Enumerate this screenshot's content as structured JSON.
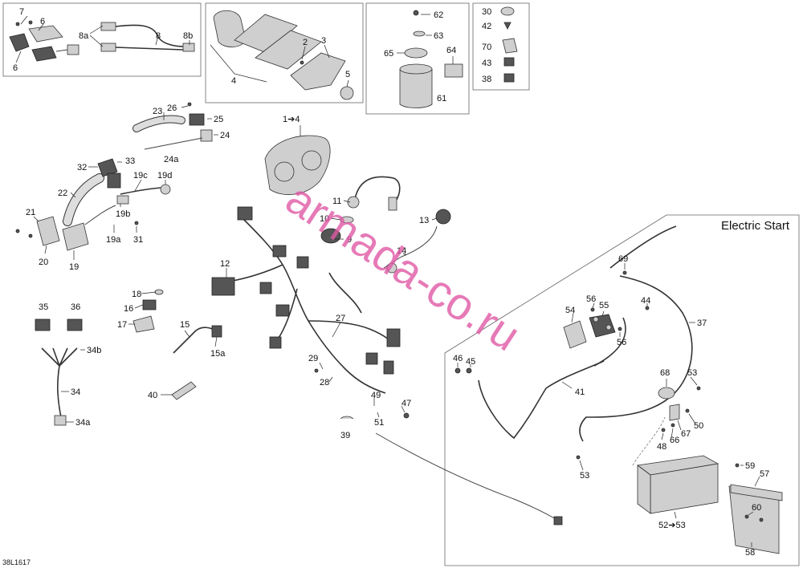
{
  "diagram": {
    "section_title": "Electric Start",
    "drawing_code": "38L1617",
    "watermark": "armada-co.ru",
    "callouts": {
      "c7": "7",
      "c6a": "6",
      "c6b": "6",
      "c8a": "8a",
      "c8": "8",
      "c8b": "8b",
      "c4": "4",
      "c2": "2",
      "c3": "3",
      "c5": "5",
      "c62": "62",
      "c63": "63",
      "c65": "65",
      "c64": "64",
      "c61": "61",
      "c30": "30",
      "c42": "42",
      "c70": "70",
      "c43": "43",
      "c38": "38",
      "c26": "26",
      "c25": "25",
      "c23": "23",
      "c24": "24",
      "c24a": "24a",
      "c1to4": "1➔4",
      "c32": "32",
      "c33": "33",
      "c19c": "19c",
      "c19d": "19d",
      "c22": "22",
      "c19b": "19b",
      "c21": "21",
      "c19a": "19a",
      "c31": "31",
      "c20": "20",
      "c19": "19",
      "c11": "11",
      "c10": "10",
      "c9": "9",
      "c13": "13",
      "c14": "14",
      "c12": "12",
      "c18": "18",
      "c16": "16",
      "c17": "17",
      "c15": "15",
      "c15a": "15a",
      "c35": "35",
      "c36": "36",
      "c34b": "34b",
      "c34": "34",
      "c34a": "34a",
      "c40": "40",
      "c27": "27",
      "c29": "29",
      "c28": "28",
      "c49": "49",
      "c47": "47",
      "c51": "51",
      "c39": "39",
      "c69": "69",
      "c54": "54",
      "c56a": "56",
      "c55": "55",
      "c44": "44",
      "c56b": "56",
      "c37": "37",
      "c46": "46",
      "c45": "45",
      "c41": "41",
      "c68": "68",
      "c53a": "53",
      "c50": "50",
      "c67": "67",
      "c66": "66",
      "c48": "48",
      "c53b": "53",
      "c59": "59",
      "c57": "57",
      "c60": "60",
      "c52to53": "52➔53",
      "c58": "58"
    }
  }
}
